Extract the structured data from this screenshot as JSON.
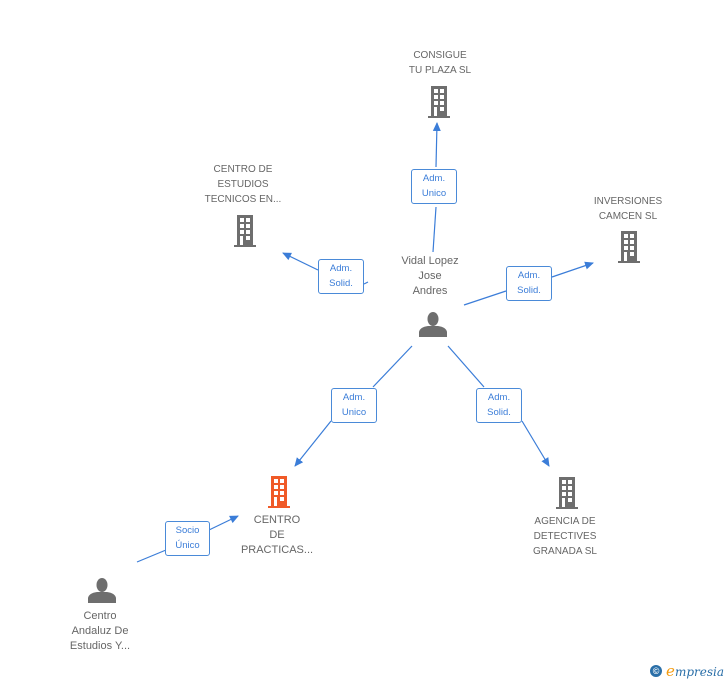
{
  "colors": {
    "edge": "#3b7dd8",
    "node_gray": "#6e6e6e",
    "node_highlight": "#f05a28",
    "label_text": "#666666"
  },
  "nodes": {
    "vidal": {
      "type": "person",
      "label": "Vidal Lopez\nJose\nAndres"
    },
    "consigue": {
      "type": "company",
      "label": "CONSIGUE\nTU PLAZA SL"
    },
    "centro_estudios": {
      "type": "company",
      "label": "CENTRO DE\nESTUDIOS\nTECNICOS EN..."
    },
    "inversiones": {
      "type": "company",
      "label": "INVERSIONES\nCAMCEN SL"
    },
    "centro_practicas": {
      "type": "company",
      "highlight": true,
      "label": "CENTRO\nDE\nPRACTICAS..."
    },
    "agencia": {
      "type": "company",
      "label": "AGENCIA DE\nDETECTIVES\nGRANADA SL"
    },
    "centro_andaluz": {
      "type": "person",
      "label": "Centro\nAndaluz De\nEstudios Y..."
    }
  },
  "edges": [
    {
      "from": "vidal",
      "to": "consigue",
      "label": "Adm.\nUnico"
    },
    {
      "from": "vidal",
      "to": "centro_estudios",
      "label": "Adm.\nSolid."
    },
    {
      "from": "vidal",
      "to": "inversiones",
      "label": "Adm.\nSolid."
    },
    {
      "from": "vidal",
      "to": "centro_practicas",
      "label": "Adm.\nUnico"
    },
    {
      "from": "vidal",
      "to": "agencia",
      "label": "Adm.\nSolid."
    },
    {
      "from": "centro_andaluz",
      "to": "centro_practicas",
      "label": "Socio\nÚnico"
    }
  ],
  "footer": {
    "copyright_symbol": "©",
    "brand_initial": "e",
    "brand_rest": "mpresia"
  }
}
